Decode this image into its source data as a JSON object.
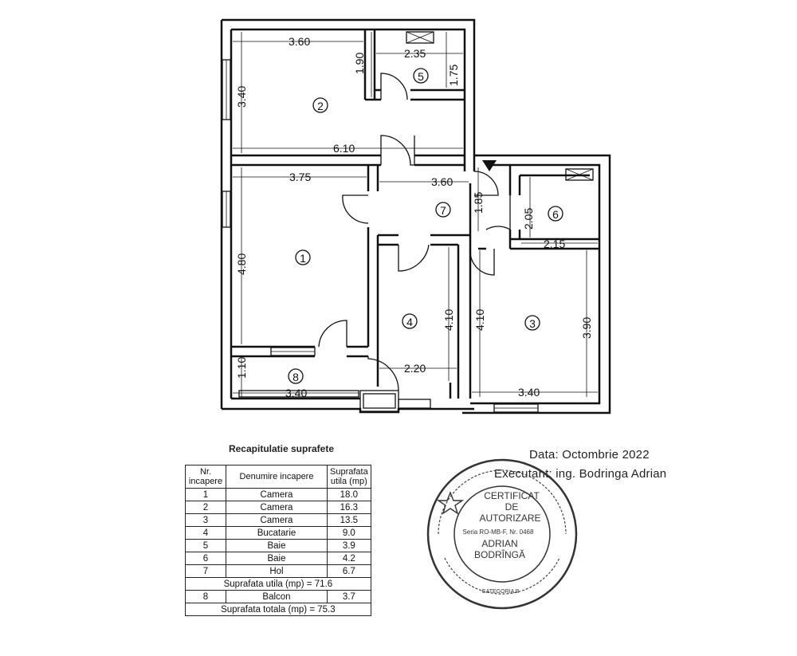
{
  "plan": {
    "rooms": [
      "1",
      "2",
      "3",
      "4",
      "5",
      "6",
      "7",
      "8"
    ],
    "dimensions": [
      "3.60",
      "1.90",
      "2.35",
      "1.75",
      "3.40",
      "6.10",
      "3.75",
      "3.60",
      "1.85",
      "2.05",
      "2.15",
      "4.80",
      "4.10",
      "4.10",
      "3.90",
      "2.20",
      "1.10",
      "3.40",
      "3.40"
    ]
  },
  "summary": {
    "title": "Recapitulatie suprafete",
    "headers": [
      "Nr. incapere",
      "Denumire incapere",
      "Suprafata utila (mp)"
    ],
    "rows": [
      {
        "nr": "1",
        "name": "Camera",
        "area": "18.0"
      },
      {
        "nr": "2",
        "name": "Camera",
        "area": "16.3"
      },
      {
        "nr": "3",
        "name": "Camera",
        "area": "13.5"
      },
      {
        "nr": "4",
        "name": "Bucatarie",
        "area": "9.0"
      },
      {
        "nr": "5",
        "name": "Baie",
        "area": "3.9"
      },
      {
        "nr": "6",
        "name": "Baie",
        "area": "4.2"
      },
      {
        "nr": "7",
        "name": "Hol",
        "area": "6.7"
      }
    ],
    "useful_total": "Suprafata utila (mp) = 71.6",
    "balcony": {
      "nr": "8",
      "name": "Balcon",
      "area": "3.7"
    },
    "grand_total": "Suprafata totala (mp) = 75.3"
  },
  "meta": {
    "date": "Data: Octombrie 2022",
    "executant": "Executant: ing. Bodringa  Adrian"
  },
  "stamp": {
    "line1": "CERTIFICAT",
    "line2": "DE",
    "line3": "AUTORIZARE",
    "series": "Seria RO-MB-F, Nr. 0468",
    "name1": "ADRIAN",
    "name2": "BODRÎNGĂ",
    "category": "CATEGORIA B"
  },
  "colors": {
    "ink": "#111111",
    "stamp": "#333333"
  }
}
